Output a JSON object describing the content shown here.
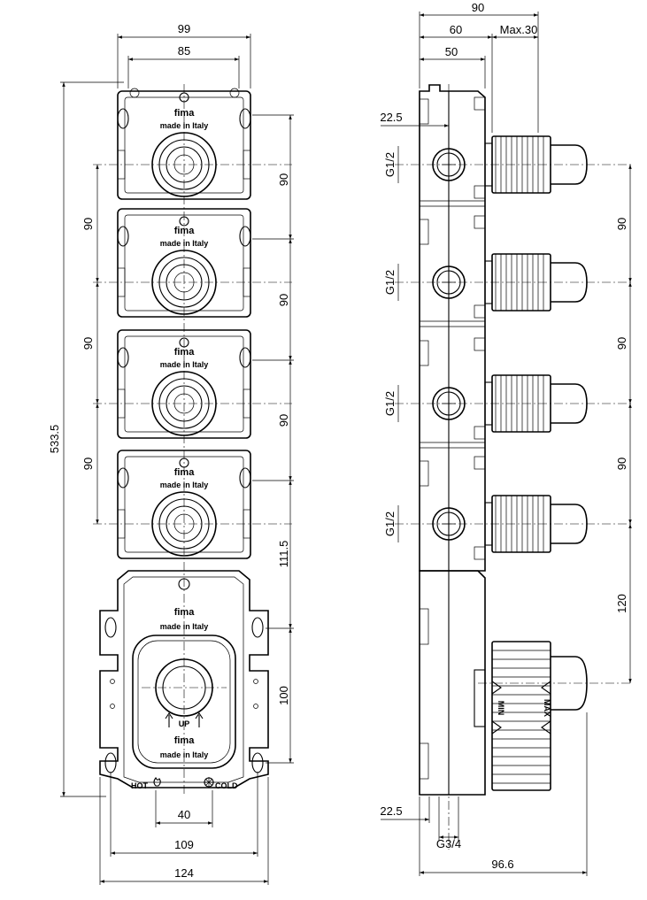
{
  "front_view": {
    "dims": {
      "overall_width_top": "99",
      "bolt_spacing_top": "85",
      "overall_height": "533.5",
      "left_spacing_1": "90",
      "left_spacing_2": "90",
      "left_spacing_3": "90",
      "right_spacing_1": "90",
      "right_spacing_2": "90",
      "right_spacing_3": "90",
      "right_spacing_4": "111.5",
      "right_spacing_5": "100",
      "inlet_spacing": "40",
      "bottom_width_1": "109",
      "bottom_width_2": "124"
    },
    "module_labels": {
      "brand": "fima",
      "origin": "made in Italy"
    },
    "base_labels": {
      "brand": "fima",
      "origin": "made in Italy",
      "up": "UP",
      "brand_2": "fima",
      "origin_2": "made in Italy",
      "hot": "HOT",
      "cold": "COLD"
    }
  },
  "side_view": {
    "dims": {
      "depth_total": "90",
      "depth_60": "60",
      "depth_max": "Max.30",
      "depth_50": "50",
      "offset_top": "22.5",
      "thread_1": "G1/2",
      "thread_2": "G1/2",
      "thread_3": "G1/2",
      "thread_4": "G1/2",
      "right_spacing_1": "90",
      "right_spacing_2": "90",
      "right_spacing_3": "90",
      "right_spacing_4": "120",
      "offset_bottom": "22.5",
      "inlet_thread": "G3/4",
      "overall_depth": "96.6"
    },
    "markers": {
      "min": "MIN",
      "max": "MAX"
    }
  }
}
